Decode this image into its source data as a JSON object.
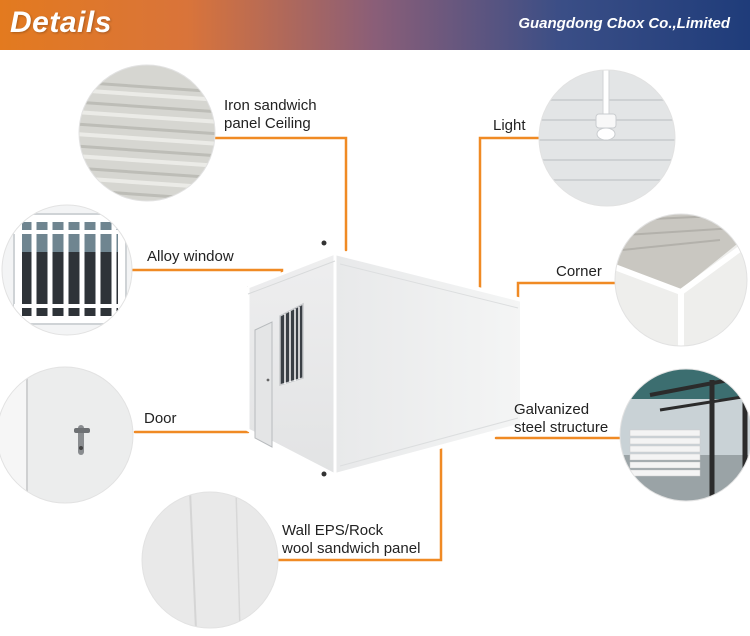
{
  "header": {
    "title": "Details",
    "company": "Guangdong Cbox Co.,Limited"
  },
  "colors": {
    "header_start": "#e37a1f",
    "header_end": "#1f3c7a",
    "connector": "#f08a24",
    "panel_white": "#f1f2f2"
  },
  "callouts": {
    "ceiling": {
      "line1": "Iron sandwich",
      "line2": "panel Ceiling",
      "icon": "ceiling-panel-photo"
    },
    "window": {
      "label": "Alloy window",
      "icon": "window-photo"
    },
    "door": {
      "label": "Door",
      "icon": "door-handle-photo"
    },
    "wall": {
      "line1": "Wall EPS/Rock",
      "line2": "wool sandwich panel",
      "icon": "wall-panel-photo"
    },
    "light": {
      "label": "Light",
      "icon": "ceiling-light-photo"
    },
    "corner": {
      "label": "Corner",
      "icon": "corner-joint-photo"
    },
    "steel": {
      "line1": "Galvanized",
      "line2": "steel structure",
      "icon": "steel-frame-photo"
    }
  }
}
